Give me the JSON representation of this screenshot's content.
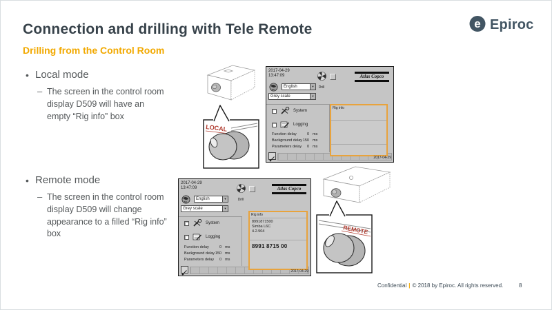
{
  "header": {
    "title": "Connection and drilling with Tele Remote",
    "subtitle": "Drilling from the Control Room",
    "brand": "Epiroc"
  },
  "glyphs": {
    "bullet": "•",
    "dash": "–",
    "dropdown_arrow": "▼"
  },
  "content": {
    "local": {
      "heading": "Local mode",
      "body": "The screen in the control room display D509 will have an empty “Rig info” box"
    },
    "remote": {
      "heading": "Remote mode",
      "body": "The screen in the control room display D509 will change appearance to a filled “Rig info” box"
    }
  },
  "figures": {
    "local_label": "LOCAL",
    "remote_label": "REMOTE"
  },
  "screens": {
    "local": {
      "date": "2017-04-29",
      "time": "13:47:09",
      "language": "English",
      "color_scheme": "Grey scale",
      "center_label": "Drill",
      "brand": "Atlas Copco",
      "system": "System",
      "logging": "Logging",
      "delays": [
        {
          "label": "Function delay",
          "value": "0",
          "unit": "ms"
        },
        {
          "label": "Background delay",
          "value": "150",
          "unit": "ms"
        },
        {
          "label": "Parameters delay",
          "value": "0",
          "unit": "ms"
        }
      ],
      "rig_info_header": "Rig info",
      "status_date": "2017-04-29"
    },
    "remote": {
      "date": "2017-04-29",
      "time": "13:47:09",
      "language": "English",
      "color_scheme": "Grey scale",
      "center_label": "Drill",
      "brand": "Atlas Copco",
      "system": "System",
      "logging": "Logging",
      "delays": [
        {
          "label": "Function delay",
          "value": "0",
          "unit": "ms"
        },
        {
          "label": "Background delay",
          "value": "150",
          "unit": "ms"
        },
        {
          "label": "Parameters delay",
          "value": "0",
          "unit": "ms"
        }
      ],
      "rig_info_header": "Rig info",
      "rig_info_lines": [
        "8991871500",
        "Simba L6C",
        "4.2.904"
      ],
      "rig_info_big": "8991 8715 00",
      "status_date": "2017-04-29"
    }
  },
  "footer": {
    "confidential": "Confidential",
    "separator": "|",
    "copyright": "© 2018 by Epiroc. All rights reserved.",
    "page": "8"
  },
  "colors": {
    "accent_yellow": "#F2A900",
    "brand_dark": "#425563",
    "title_dark": "#37424A",
    "rig_info_border": "#E8A33D",
    "knob_label_red": "#B03A2E",
    "screen_gray": "#C5C5C5"
  }
}
